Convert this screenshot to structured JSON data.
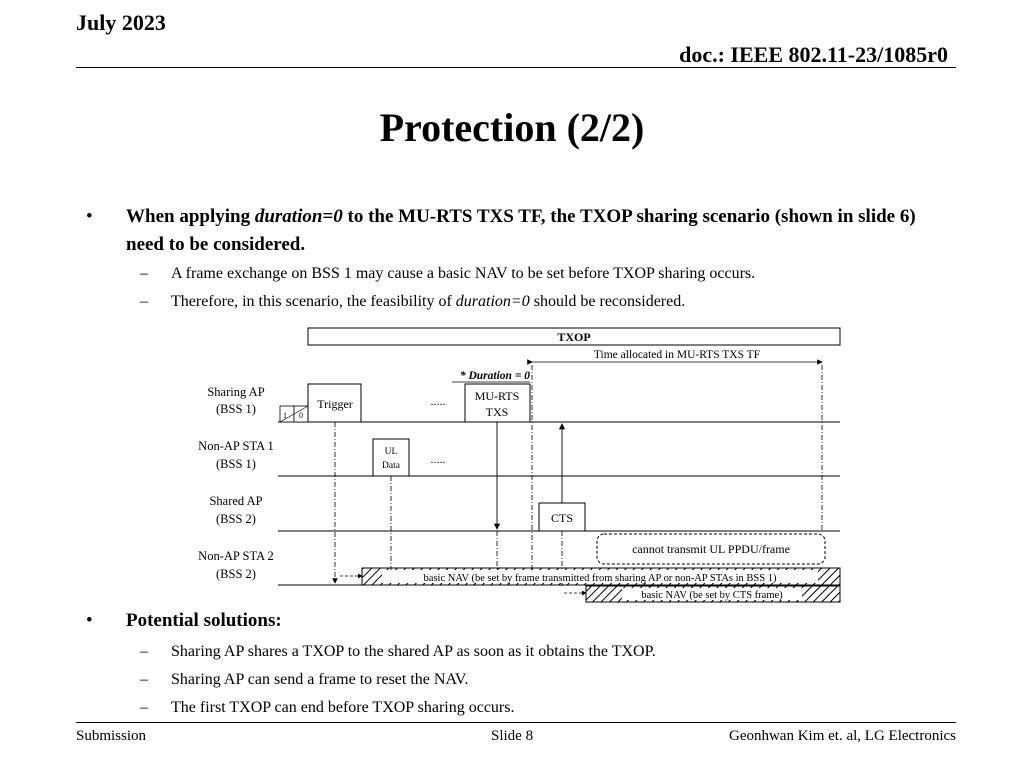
{
  "header": {
    "date": "July 2023",
    "doc": "doc.: IEEE 802.11-23/1085r0"
  },
  "title": "Protection (2/2)",
  "bullet1": {
    "pre": "When applying ",
    "em": "duration=0",
    "post": " to the MU-RTS TXS TF, the TXOP sharing scenario (shown in slide 6) need to be considered.",
    "sub": [
      {
        "text": "A frame exchange on BSS 1 may cause a basic NAV to be set before TXOP sharing occurs."
      },
      {
        "pre": "Therefore, in this scenario, the feasibility of ",
        "em": "duration=0",
        "post": " should be reconsidered."
      }
    ]
  },
  "diagram": {
    "txop": "TXOP",
    "time_allocated": "Time allocated in MU-RTS TXS TF",
    "duration_note": "* Duration = 0",
    "rows": [
      {
        "line1": "Sharing AP",
        "line2": "(BSS 1)"
      },
      {
        "line1": "Non-AP STA 1",
        "line2": "(BSS 1)"
      },
      {
        "line1": "Shared AP",
        "line2": "(BSS 2)"
      },
      {
        "line1": "Non-AP STA 2",
        "line2": "(BSS 2)"
      }
    ],
    "small_1": "1",
    "small_0": "0",
    "trigger": "Trigger",
    "dots": ".....",
    "murts_1": "MU-RTS",
    "murts_2": "TXS",
    "ul_1": "UL",
    "ul_2": "Data",
    "cts": "CTS",
    "cannot": "cannot transmit UL PPDU/frame",
    "nav1": "basic NAV (be set by frame transmitted  from sharing AP or non-AP STAs in BSS 1)",
    "nav2": "basic NAV (be set by CTS frame)"
  },
  "bullet2": {
    "label": "Potential solutions:",
    "sub": [
      "Sharing AP shares a TXOP to the shared AP as soon as it obtains the TXOP.",
      "Sharing AP can send a frame to reset the NAV.",
      "The first TXOP can end before TXOP sharing occurs."
    ]
  },
  "footer": {
    "left": "Submission",
    "center": "Slide 8",
    "right": "Geonhwan Kim et. al, LG Electronics"
  },
  "glyphs": {
    "bullet": "•",
    "dash": "–"
  }
}
